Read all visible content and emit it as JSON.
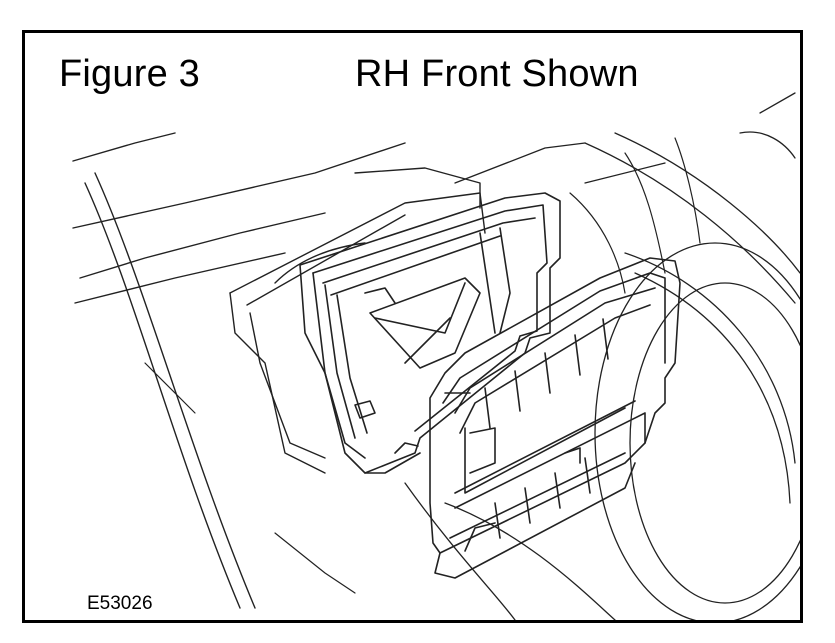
{
  "figure": {
    "number_label": "Figure 3",
    "caption": "RH Front Shown",
    "drawing_code": "E53026"
  },
  "colors": {
    "line": "#222222",
    "frame": "#000000",
    "background": "#ffffff"
  }
}
